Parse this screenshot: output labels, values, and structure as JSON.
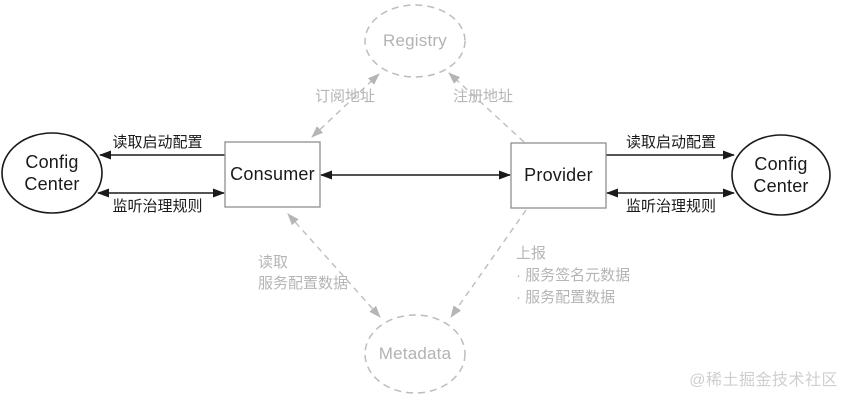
{
  "nodes": {
    "registry": {
      "label": "Registry"
    },
    "metadata": {
      "label": "Metadata"
    },
    "config_center_left": {
      "label": "Config Center"
    },
    "config_center_right": {
      "label": "Config Center"
    },
    "consumer": {
      "label": "Consumer"
    },
    "provider": {
      "label": "Provider"
    }
  },
  "edges": {
    "subscribe_address": {
      "label": "订阅地址"
    },
    "register_address": {
      "label": "注册地址"
    },
    "read_startup_config_left": {
      "label": "读取启动配置"
    },
    "listen_governance_rules_left": {
      "label": "监听治理规则"
    },
    "read_startup_config_right": {
      "label": "读取启动配置"
    },
    "listen_governance_rules_right": {
      "label": "监听治理规则"
    },
    "read_metadata": {
      "line1": "读取",
      "line2": "服务配置数据"
    },
    "report_metadata": {
      "line1": "上报",
      "line2": "· 服务签名元数据",
      "line3": "· 服务配置数据"
    }
  },
  "watermark": "@稀土掘金技术社区",
  "colors": {
    "ink": "#1a1a1a",
    "muted_gray": "#b5b5b5",
    "box_border": "#8f8f8f",
    "watermark_gray": "#cfcfcf",
    "background": "#ffffff"
  }
}
